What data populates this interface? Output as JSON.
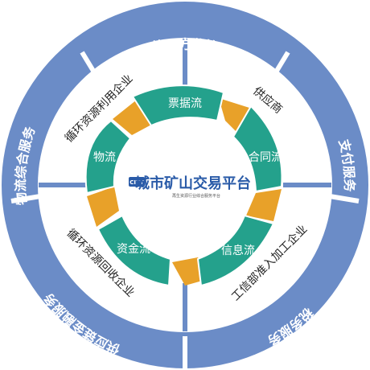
{
  "outer_services": {
    "top": "第三方监管",
    "right": "支付服务",
    "bottom_right": "税务服务",
    "bottom_left": "供应链金融服务",
    "left": "物流综合服务"
  },
  "participants": {
    "top_left": "循环资源利用企业",
    "top_right": "供应商",
    "bottom_right": "工信部准入加工企业",
    "bottom_left": "循环资源回收企业"
  },
  "flows": {
    "top": "票据流",
    "right": "合同流",
    "bottom_right": "信息流",
    "bottom_left": "资金流",
    "left": "物流"
  },
  "center": {
    "title": "城市矿山交易平台",
    "subtitle": "再生资源行业综合服务平台",
    "logo_mark": "CITY"
  },
  "colors": {
    "outer_ring": "#6b8cc7",
    "flow_teal": "#24a18c",
    "flow_orange": "#e8a129",
    "logo_blue": "#2a5ba8"
  }
}
